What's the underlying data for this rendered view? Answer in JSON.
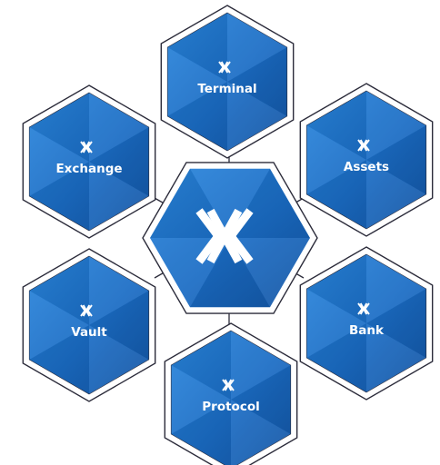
{
  "center": {
    "name": "center-logo-hex"
  },
  "nodes": [
    {
      "id": "terminal",
      "label": "Terminal"
    },
    {
      "id": "exchange",
      "label": "Exchange"
    },
    {
      "id": "assets",
      "label": "Assets"
    },
    {
      "id": "vault",
      "label": "Vault"
    },
    {
      "id": "bank",
      "label": "Bank"
    },
    {
      "id": "protocol",
      "label": "Protocol"
    }
  ],
  "colors": {
    "hex_dark": "#1354a3",
    "hex_mid": "#1a6cc4",
    "hex_light": "#2a86dd",
    "outline": "#2b2b3a",
    "connector": "#2b2b3a",
    "icon": "#ffffff"
  },
  "icons": {
    "node_icon": "x-cross-logo-icon",
    "center_icon": "x-cross-logo-icon"
  }
}
